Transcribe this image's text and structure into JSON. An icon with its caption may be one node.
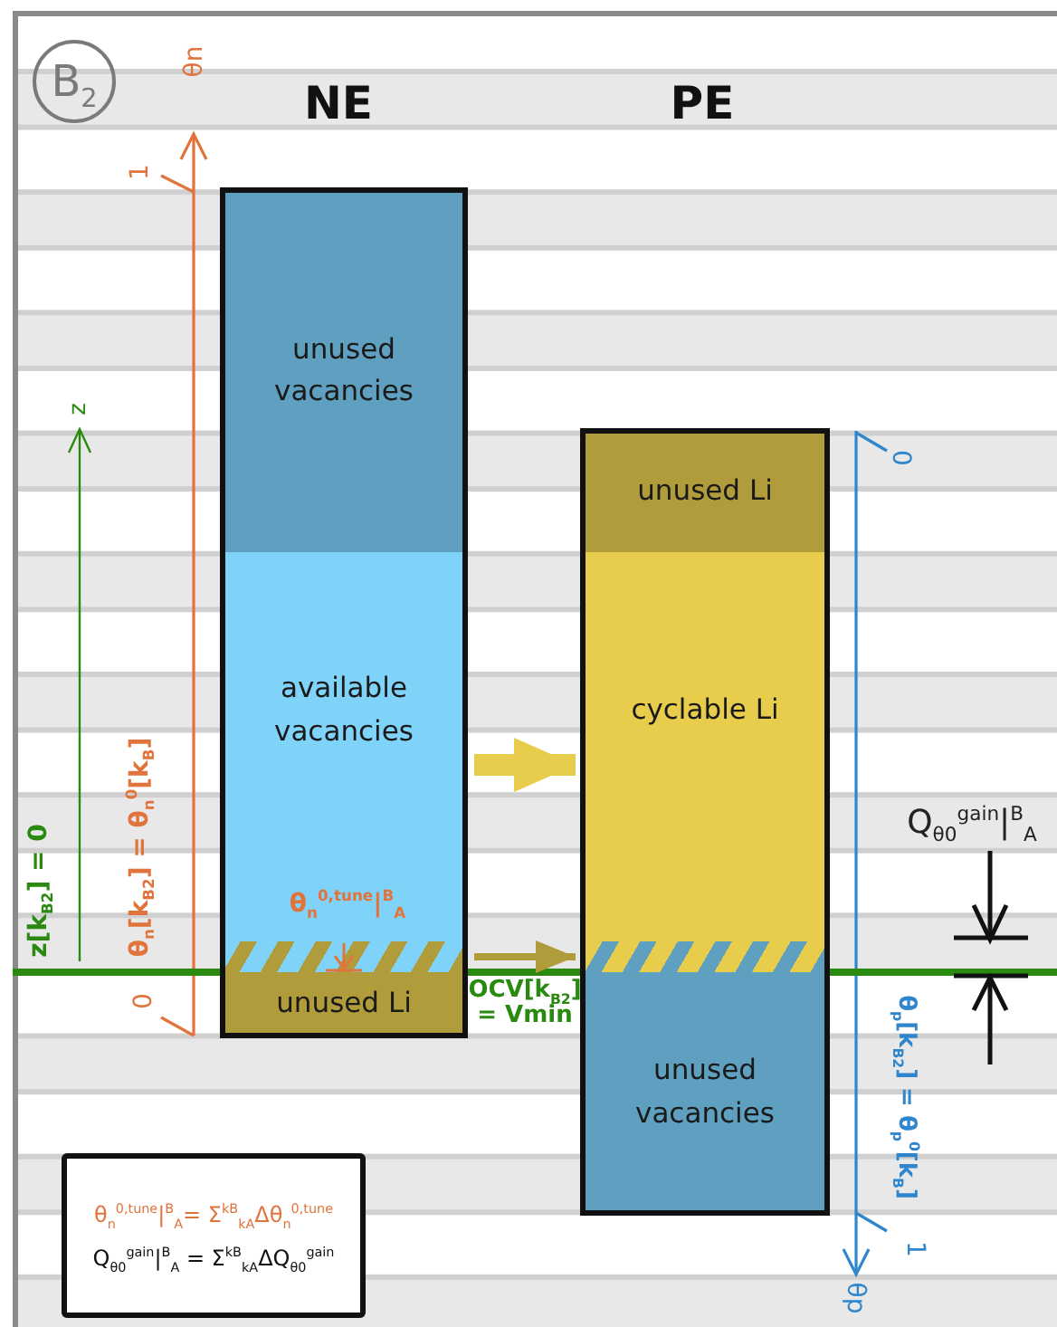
{
  "diagram": {
    "nodes": [
      {
        "text": [
          "B$_{2}$"
        ]
      },
      {
        "text": [
          "unused vacancies"
        ]
      },
      {
        "text": [
          "available vacancies"
        ]
      },
      {
        "text": [],
        "shape": "bar"
      },
      {
        "text": [
          "unused Li"
        ]
      },
      {
        "text": [
          "unused Li"
        ]
      },
      {
        "text": [
          "cyclable Li"
        ]
      },
      {
        "text": [],
        "shape": "bar"
      },
      {
        "text": [
          "unused vacancies"
        ]
      },
      {
        "text": [
          "θ$_{n}$$^{0,tune}$|$^{B}$$_{A}$= Σ$^{kB}$$_{kA}$Δθ$_{n}$$^{0,tune}$",
          "Q$_{θ0}$$^{gain}$|$^{B}$$_{A}$ = Σ$^{kB}$$_{kA}$ΔQ$_{θ0}$$^{gain}$"
        ]
      }
    ],
    "edges": [
      {
        "from": 2,
        "to": 6,
        "arrow": "to",
        "style": "thick",
        "color": "#e8cd4c"
      },
      {
        "from": 3,
        "to": 7,
        "arrow": "to",
        "color": "#b09c3a"
      }
    ],
    "labels": [
      "NE",
      "PE",
      "θn",
      "1",
      "z",
      "z[k$_{B2}$] = 0",
      "θ$_{n}$[k$_{B2}$] = θ$_{n}$$^{0}$[k$_{B}$]",
      "0",
      "θ$_{n}$$^{0,tune}$|$^{B}$$_{A}$",
      "OCV[k$_{B2}$] = Vmin",
      "0",
      "Q$_{θ0}$$^{gain}$|$^{B}$$_{A}$",
      "θ$_{p}$[k$_{B2}$] = θ$_{p}$$^{0}$[k$_{B}$]",
      "1",
      "θp"
    ]
  }
}
